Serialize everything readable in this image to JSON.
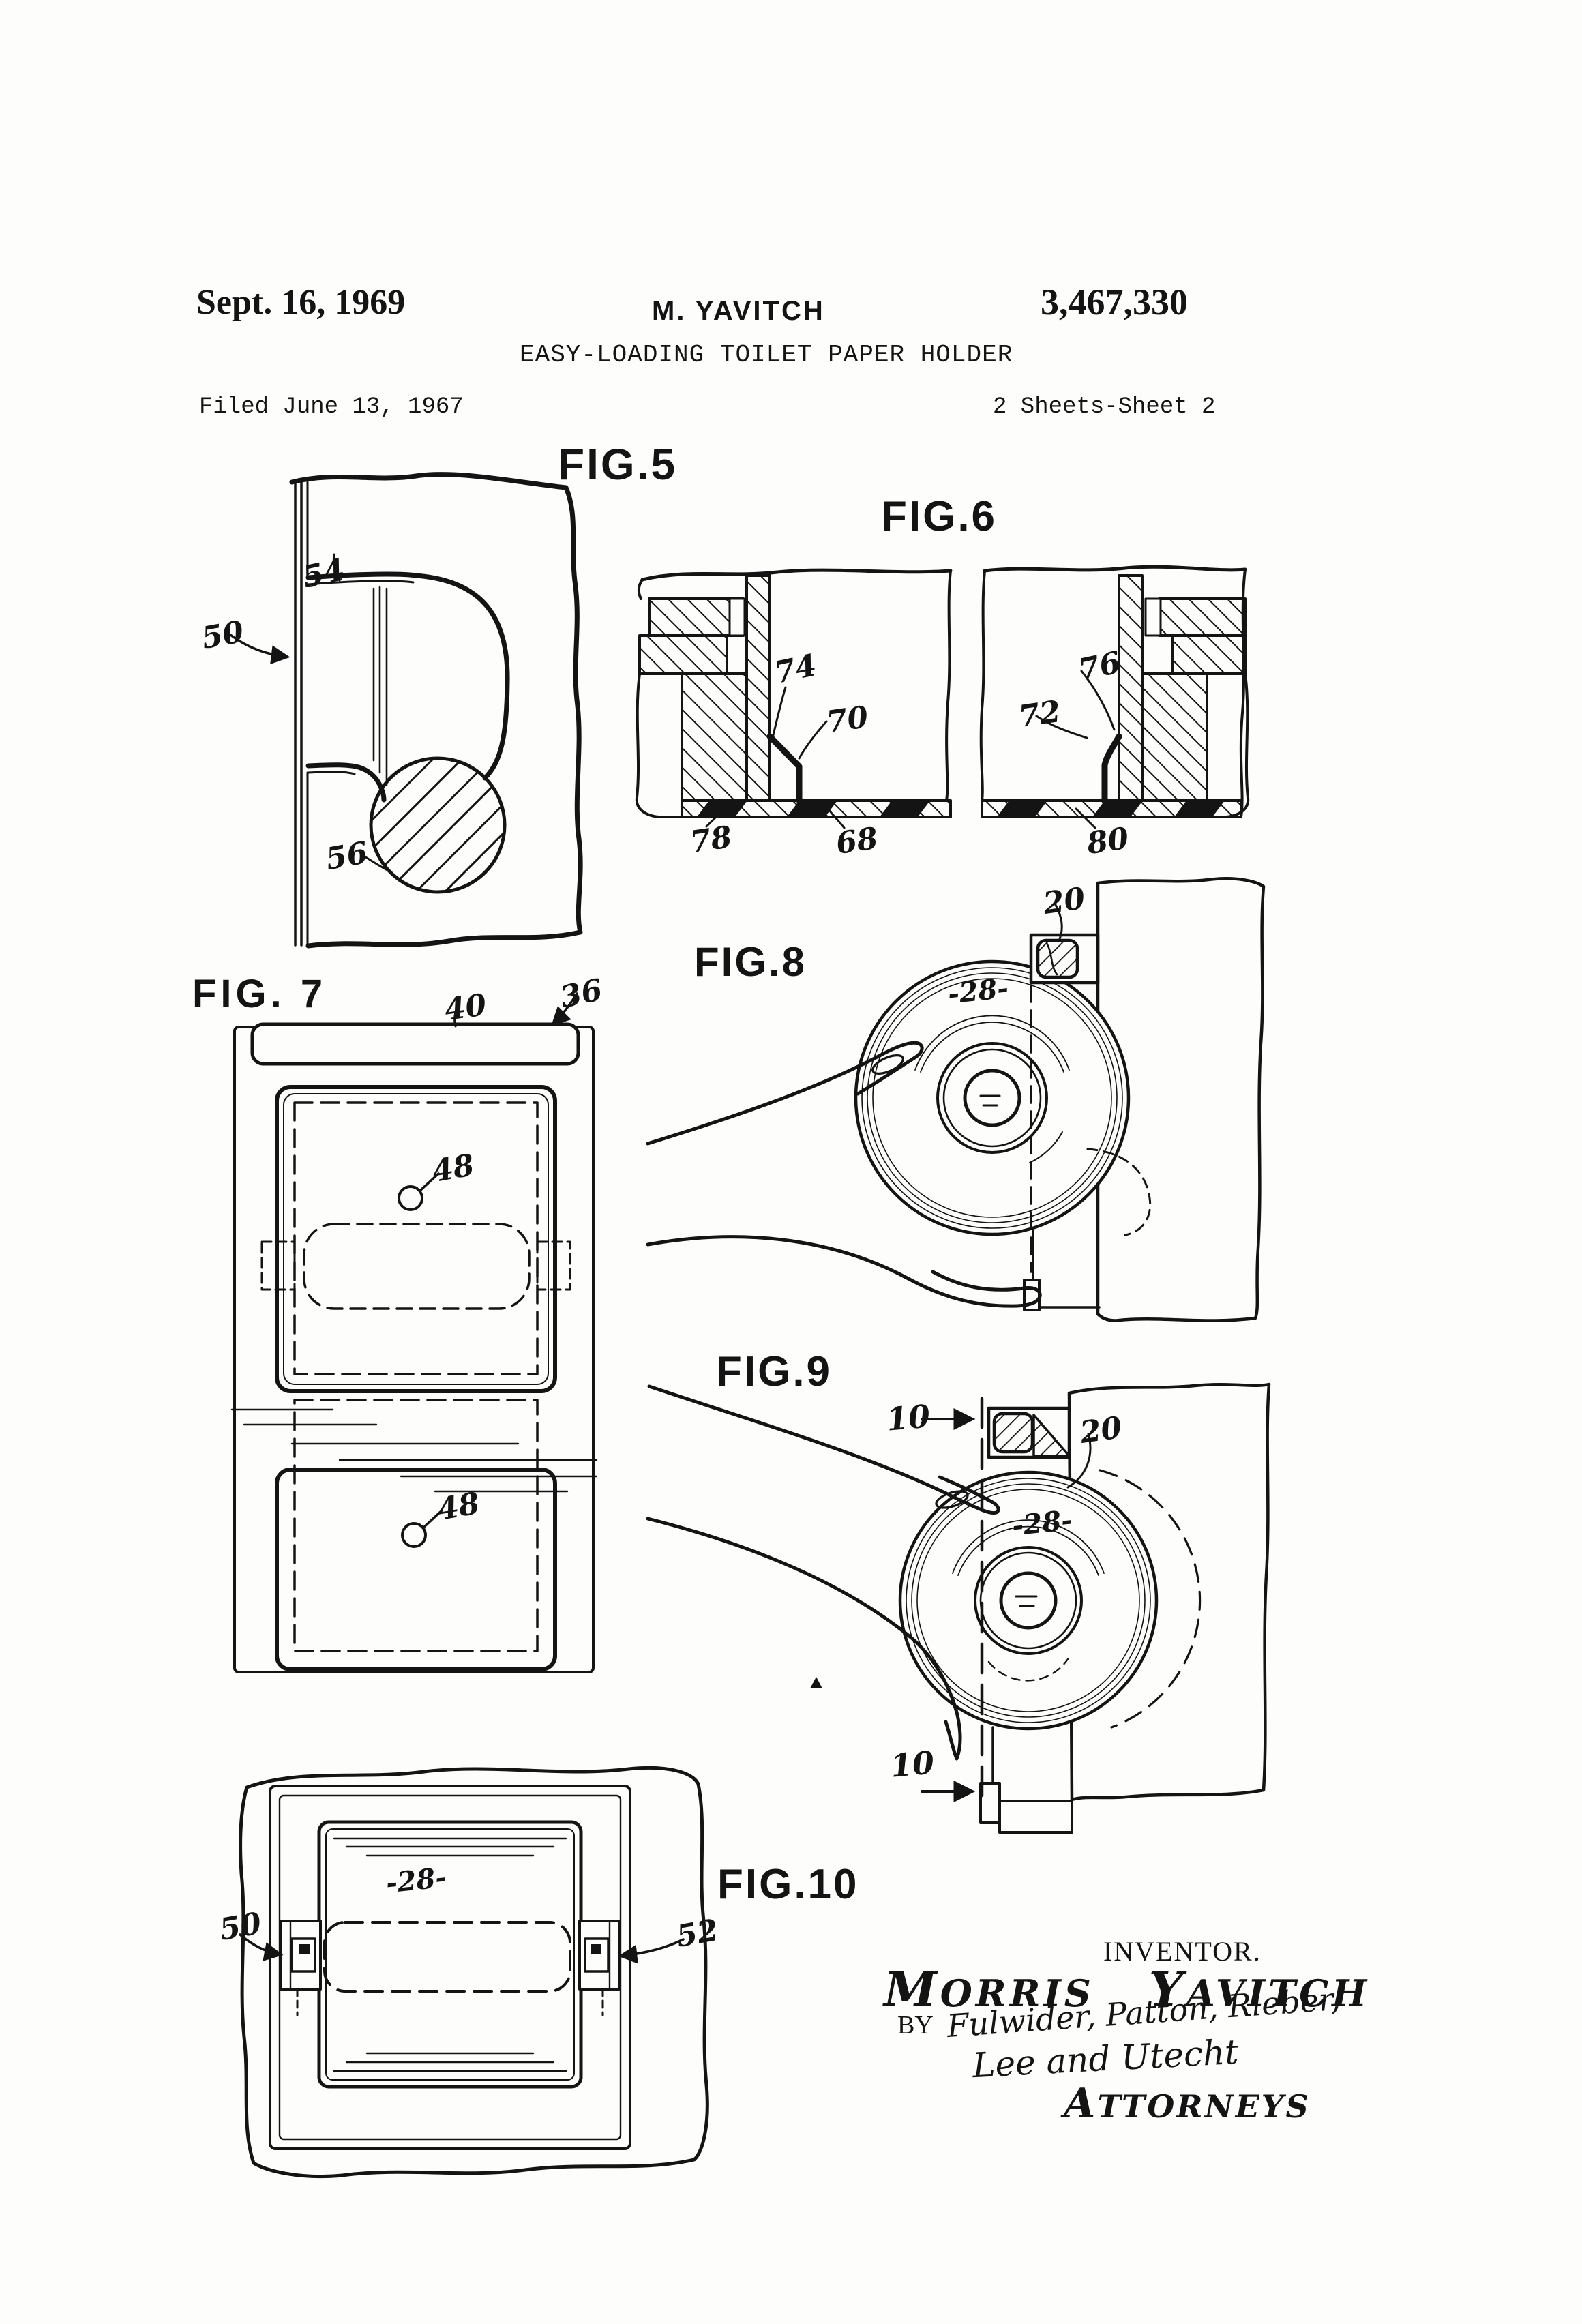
{
  "header": {
    "date": "Sept. 16, 1969",
    "author": "M. YAVITCH",
    "patent_number": "3,467,330",
    "title": "EASY-LOADING TOILET PAPER HOLDER",
    "filed": "Filed June 13, 1967",
    "sheets": "2 Sheets-Sheet 2"
  },
  "fig5": {
    "label": "FIG.5",
    "ref_50": "50",
    "ref_54": "54",
    "ref_56": "56"
  },
  "fig6": {
    "label": "FIG.6",
    "ref_74": "74",
    "ref_70": "70",
    "ref_76": "76",
    "ref_72": "72",
    "ref_78": "78",
    "ref_68": "68",
    "ref_80": "80"
  },
  "fig7": {
    "label": "FIG. 7",
    "ref_40": "40",
    "ref_36": "36",
    "ref_48_upper": "48",
    "ref_48_lower": "48"
  },
  "fig8": {
    "label": "FIG.8",
    "ref_20": "20",
    "ref_28": "-28-"
  },
  "fig9": {
    "label": "FIG.9",
    "ref_10_top": "10",
    "ref_20": "20",
    "ref_28": "-28-",
    "ref_10_bottom": "10"
  },
  "fig10": {
    "label": "FIG.10",
    "ref_28": "-28-",
    "ref_50": "50",
    "ref_52": "52"
  },
  "signature": {
    "inventor_caption": "INVENTOR.",
    "inventor_first": "Morris",
    "inventor_last": "Yavitch",
    "by_label": "BY",
    "firm_line1": "Fulwider, Patton, Rieber,",
    "firm_line2": "Lee and Utecht",
    "attorneys_caption": "Attorneys"
  }
}
